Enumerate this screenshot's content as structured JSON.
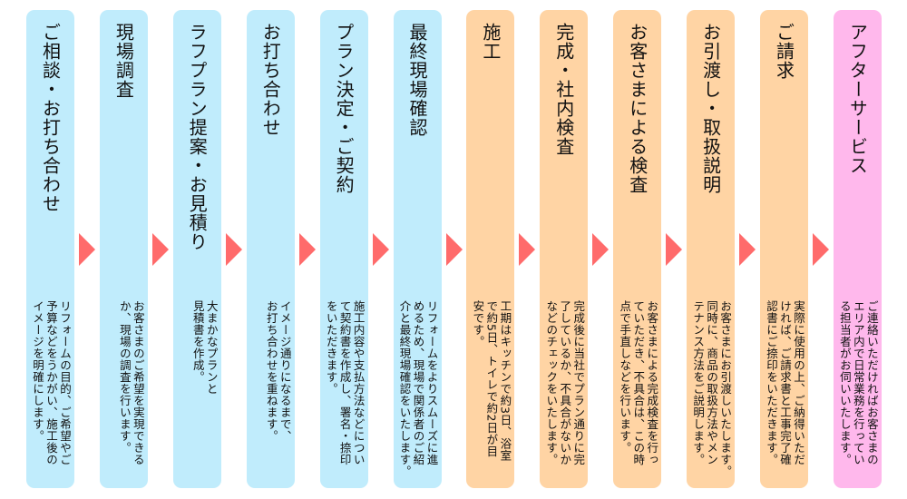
{
  "colors": {
    "blue": "#c0ecfc",
    "peach": "#ffd4a4",
    "pink": "#ffb8ec",
    "arrow": "#ff6b6b"
  },
  "steps": [
    {
      "title": "ご相談・お打ち合わせ",
      "desc": "リフォームの目的、ご希望やご\n予算などをうかがい、施工後の\nイメージを明確にします。",
      "color": "blue"
    },
    {
      "title": "現場調査",
      "desc": "お客さまのご希望を実現できる\nか、現場の調査を行います。",
      "color": "blue"
    },
    {
      "title": "ラフプラン提案・お見積り",
      "desc": "大まかなプランと\n見積書を作成。",
      "color": "blue"
    },
    {
      "title": "お打ち合わせ",
      "desc": "イメージ通りになるまで、\nお打ち合わせを重ねます。",
      "color": "blue"
    },
    {
      "title": "プラン決定・ご契約",
      "desc": "施工内容や支払方法などについ\nて契約書を作成し、署名・捺印\nをいただきます。",
      "color": "blue"
    },
    {
      "title": "最終現場確認",
      "desc": "リフォームをよりスムーズに進\nめるため、現場で関係者のご紹\n介と最終現場確認をいたします。",
      "color": "blue"
    },
    {
      "title": "施工",
      "desc": "工期はキッチンで約3日、浴室\nで約5日、トイレで約2日が目\n安です。",
      "color": "peach"
    },
    {
      "title": "完成・社内検査",
      "desc": "完成後に当社でプラン通りに完\n了しているか、不具合がないか\nなどのチェックをいたします。",
      "color": "peach"
    },
    {
      "title": "お客さまによる検査",
      "desc": "お客さまによる完成検査を行っ\nていただき、不具合は、この時\n点で手直しなどを行います。",
      "color": "peach"
    },
    {
      "title": "お引渡し・取扱説明",
      "desc": "お客さまにお引渡しいたします。\n同時に、商品の取扱方法やメン\nテナンス方法をご説明します。",
      "color": "peach"
    },
    {
      "title": "ご請求",
      "desc": "実際に使用の上、ご納得いただ\nければ、ご請求書と工事完了確\n認書にご捺印をいただきます。",
      "color": "peach"
    },
    {
      "title": "アフターサービス",
      "desc": "ご連絡いただければお客さまの\nエリア内で日常業務を行ってい\nる担当者がお伺いいたします。",
      "color": "pink"
    }
  ]
}
